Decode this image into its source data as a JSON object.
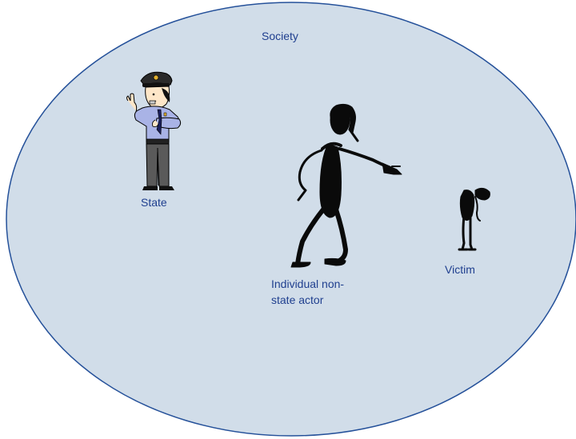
{
  "society": {
    "label": "Society",
    "fill_color": "#d1dde9",
    "stroke_color": "#25519a"
  },
  "state": {
    "label": "State",
    "icon": "police-officer-icon"
  },
  "actor": {
    "label_line1": "Individual non-",
    "label_line2": "state actor",
    "icon": "pointing-stick-figure-icon"
  },
  "victim": {
    "label": "Victim",
    "icon": "hunched-stick-figure-icon"
  },
  "colors": {
    "text": "#1f3f8f",
    "figure_black": "#0a0a0a"
  }
}
